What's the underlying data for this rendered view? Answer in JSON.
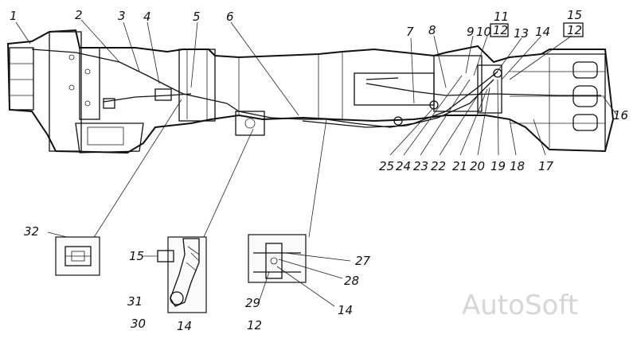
{
  "callouts": {
    "n1": "1",
    "n2": "2",
    "n3": "3",
    "n4": "4",
    "n5": "5",
    "n6": "6",
    "n7": "7",
    "n8": "8",
    "n9": "9",
    "n10": "10",
    "n11": "11",
    "n12a": "12",
    "n13": "13",
    "n14": "14",
    "n15": "15",
    "n12b": "12",
    "n16": "16",
    "n17": "17",
    "n18": "18",
    "n19": "19",
    "n20": "20",
    "n21": "21",
    "n22": "22",
    "n23": "23",
    "n24": "24",
    "n25": "25",
    "n32": "32",
    "n15b": "15",
    "n31": "31",
    "n30": "30",
    "n14b": "14",
    "n27": "27",
    "n28": "28",
    "n29": "29",
    "n12c": "12",
    "n14c": "14"
  },
  "watermark": "AutoSoft"
}
